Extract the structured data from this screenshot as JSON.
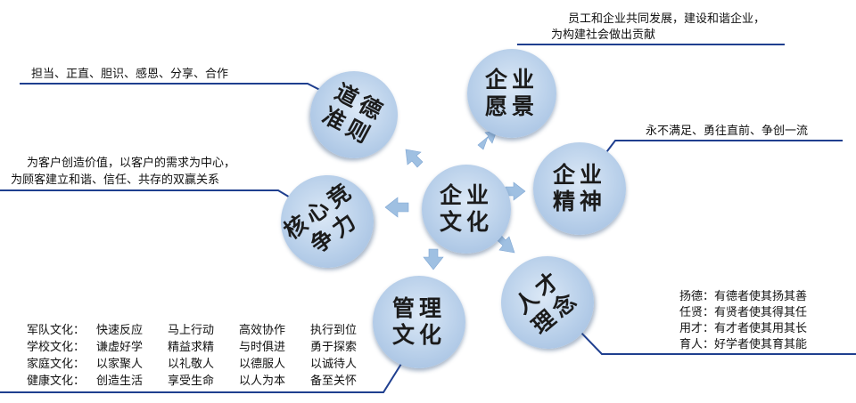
{
  "center": {
    "line1": "企业",
    "line2": "文化"
  },
  "nodes": {
    "daode": {
      "line1": "道德",
      "line2": "准则"
    },
    "yuanjing": {
      "line1": "企业",
      "line2": "愿景"
    },
    "jingshen": {
      "line1": "企业",
      "line2": "精神"
    },
    "rencai": {
      "line1": "人才",
      "line2": "理念"
    },
    "guanli": {
      "line1": "管理",
      "line2": "文化"
    },
    "hexin": {
      "line1": "核心竞",
      "line2": "争力"
    }
  },
  "texts": {
    "yuanjing_1": "员工和企业共同发展，建设和谐企业，",
    "yuanjing_2": "为构建社会做出贡献",
    "daode": "担当、正直、胆识、感恩、分享、合作",
    "jingshen": "永不满足、勇往直前、争创一流",
    "hexin_1": "为客户创造价值，以客户的需求为中心，",
    "hexin_2": "为顾客建立和谐、信任、共存的双赢关系",
    "rencai": [
      "扬德：有德者使其扬其善",
      "任贤：有贤者使其得其任",
      "用才：有才者使其用其长",
      "育人：好学者使其育其能"
    ]
  },
  "guanli_table": [
    [
      "军队文化：",
      "快速反应",
      "马上行动",
      "高效协作",
      "执行到位"
    ],
    [
      "学校文化：",
      "谦虚好学",
      "精益求精",
      "与时俱进",
      "勇于探索"
    ],
    [
      "家庭文化：",
      "以家聚人",
      "以礼敬人",
      "以德服人",
      "以诚待人"
    ],
    [
      "健康文化：",
      "创造生活",
      "享受生命",
      "以人为本",
      "备至关怀"
    ]
  ],
  "colors": {
    "line": "#1f3f8f",
    "arrow": "#9fc0e2",
    "circle": "#b9d0ea"
  }
}
